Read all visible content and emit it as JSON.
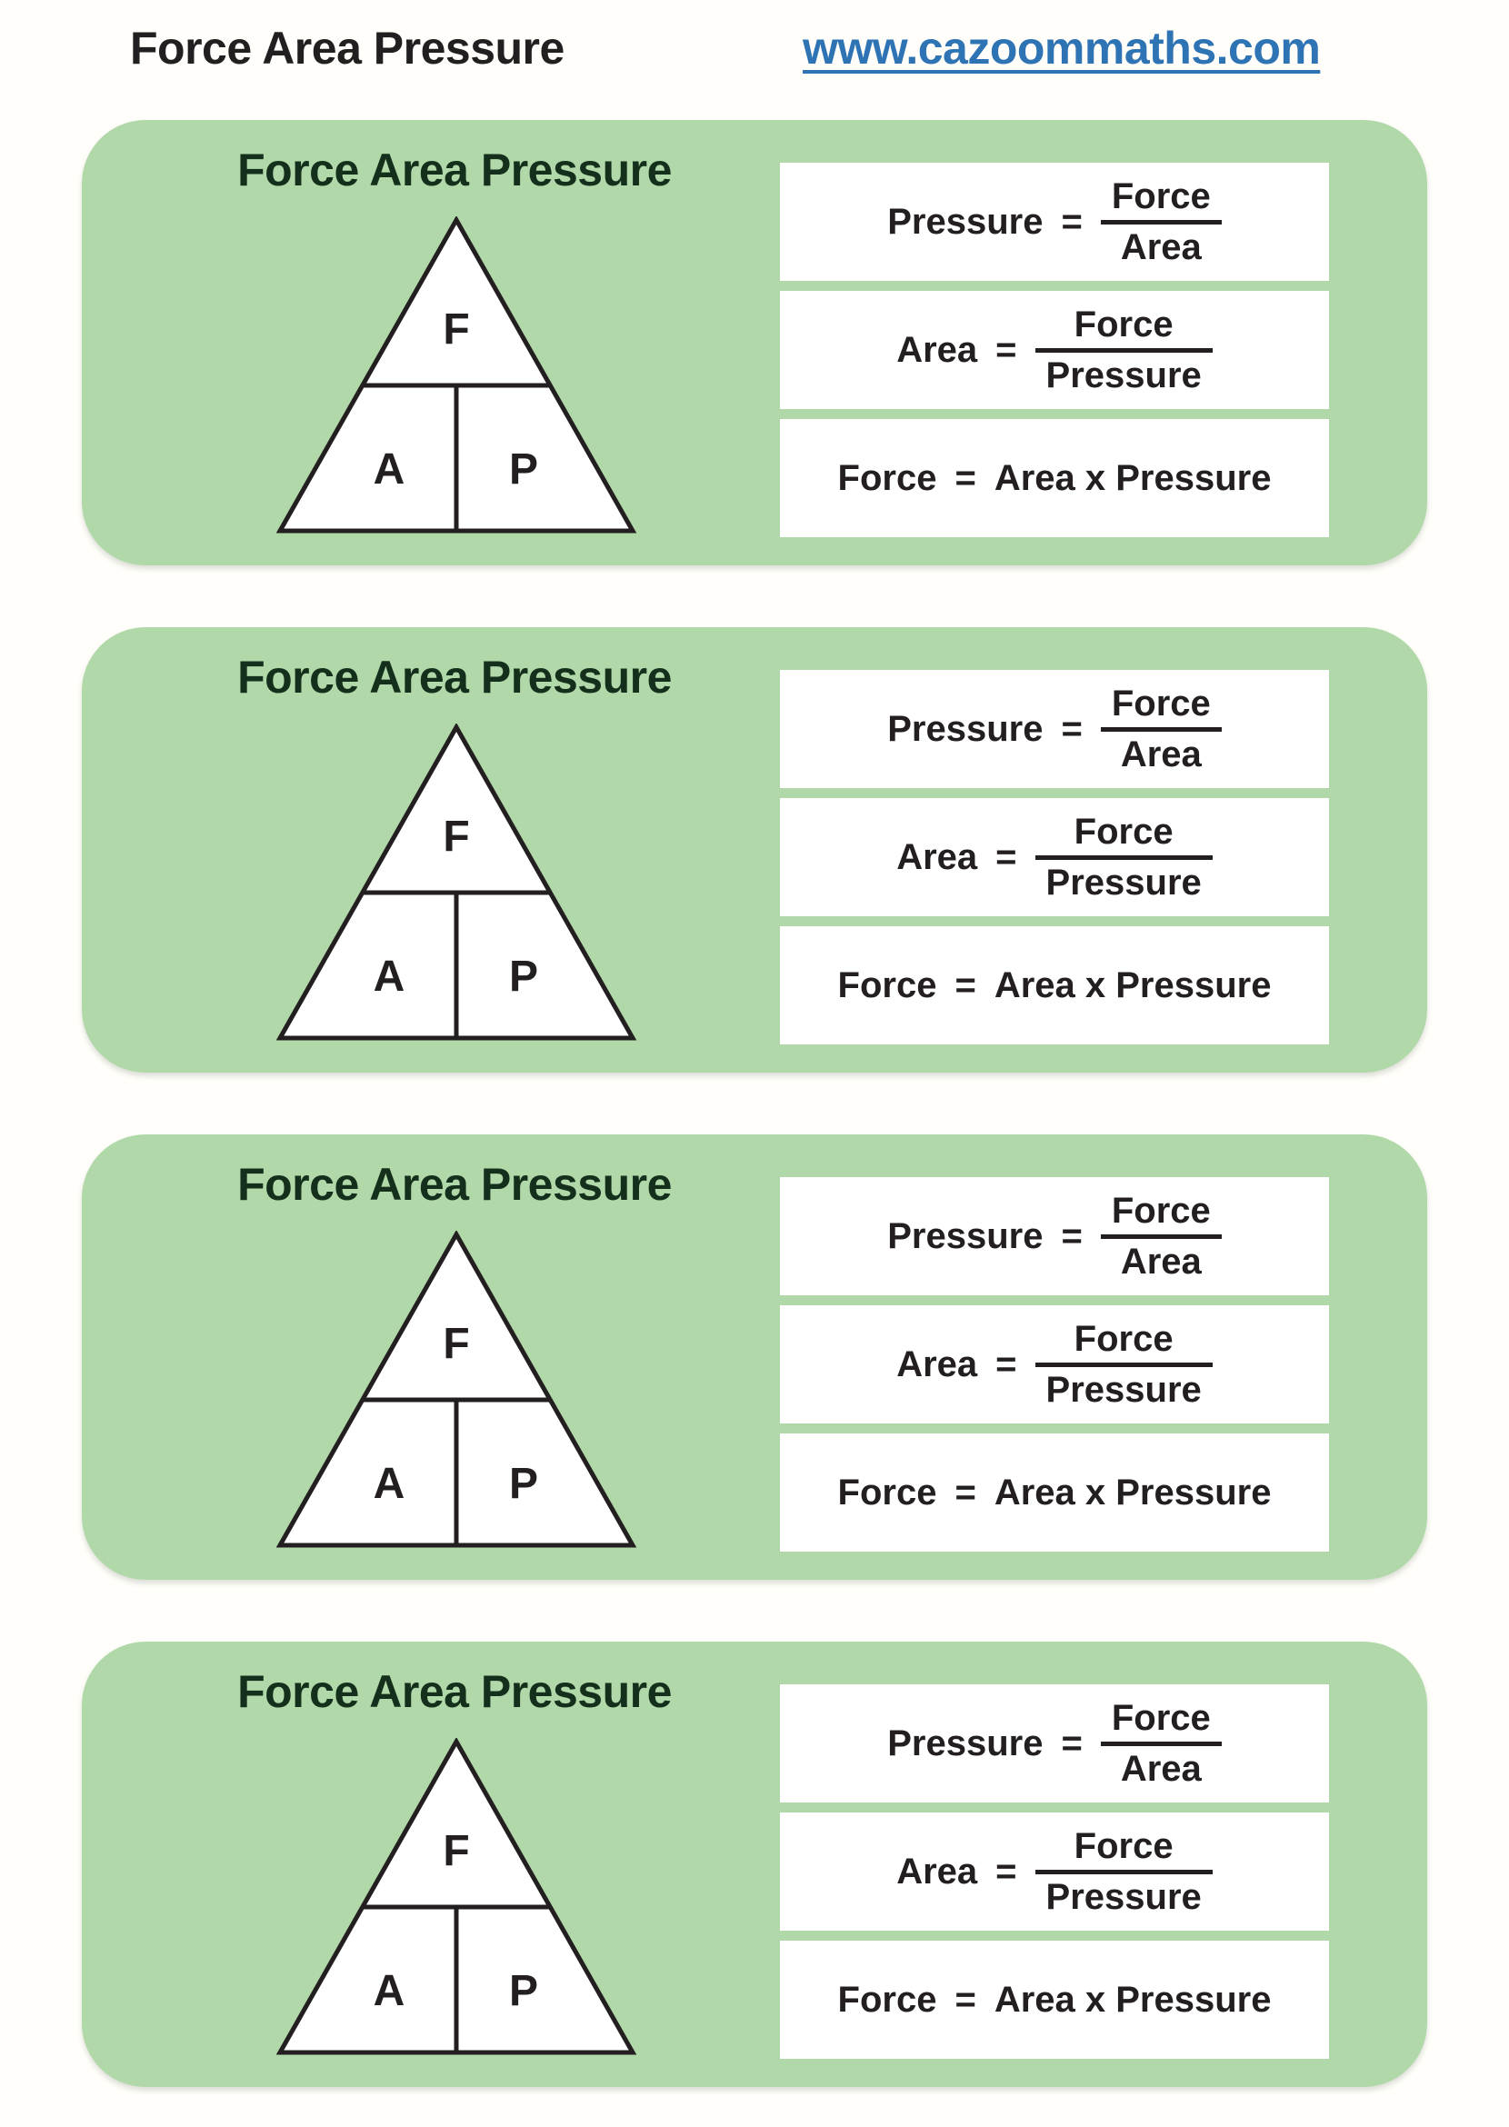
{
  "header": {
    "title": "Force Area Pressure",
    "link": "www.cazoommaths.com"
  },
  "colors": {
    "page_bg": "#fffefa",
    "card_bg": "#b1d8a8",
    "card_title": "#14301c",
    "text": "#231f20",
    "link": "#2e74b5",
    "box_bg": "#ffffff"
  },
  "cards": [
    {
      "title": "Force Area Pressure",
      "triangle": {
        "top": "F",
        "bottom_left": "A",
        "bottom_right": "P"
      },
      "formulas": [
        {
          "lhs": "Pressure",
          "eq": "=",
          "numerator": "Force",
          "denominator": "Area"
        },
        {
          "lhs": "Area",
          "eq": "=",
          "numerator": "Force",
          "denominator": "Pressure"
        },
        {
          "lhs": "Force",
          "eq": "=",
          "rhs": "Area x Pressure"
        }
      ]
    },
    {
      "title": "Force Area Pressure",
      "triangle": {
        "top": "F",
        "bottom_left": "A",
        "bottom_right": "P"
      },
      "formulas": [
        {
          "lhs": "Pressure",
          "eq": "=",
          "numerator": "Force",
          "denominator": "Area"
        },
        {
          "lhs": "Area",
          "eq": "=",
          "numerator": "Force",
          "denominator": "Pressure"
        },
        {
          "lhs": "Force",
          "eq": "=",
          "rhs": "Area x Pressure"
        }
      ]
    },
    {
      "title": "Force Area Pressure",
      "triangle": {
        "top": "F",
        "bottom_left": "A",
        "bottom_right": "P"
      },
      "formulas": [
        {
          "lhs": "Pressure",
          "eq": "=",
          "numerator": "Force",
          "denominator": "Area"
        },
        {
          "lhs": "Area",
          "eq": "=",
          "numerator": "Force",
          "denominator": "Pressure"
        },
        {
          "lhs": "Force",
          "eq": "=",
          "rhs": "Area x Pressure"
        }
      ]
    },
    {
      "title": "Force Area Pressure",
      "triangle": {
        "top": "F",
        "bottom_left": "A",
        "bottom_right": "P"
      },
      "formulas": [
        {
          "lhs": "Pressure",
          "eq": "=",
          "numerator": "Force",
          "denominator": "Area"
        },
        {
          "lhs": "Area",
          "eq": "=",
          "numerator": "Force",
          "denominator": "Pressure"
        },
        {
          "lhs": "Force",
          "eq": "=",
          "rhs": "Area x Pressure"
        }
      ]
    }
  ]
}
